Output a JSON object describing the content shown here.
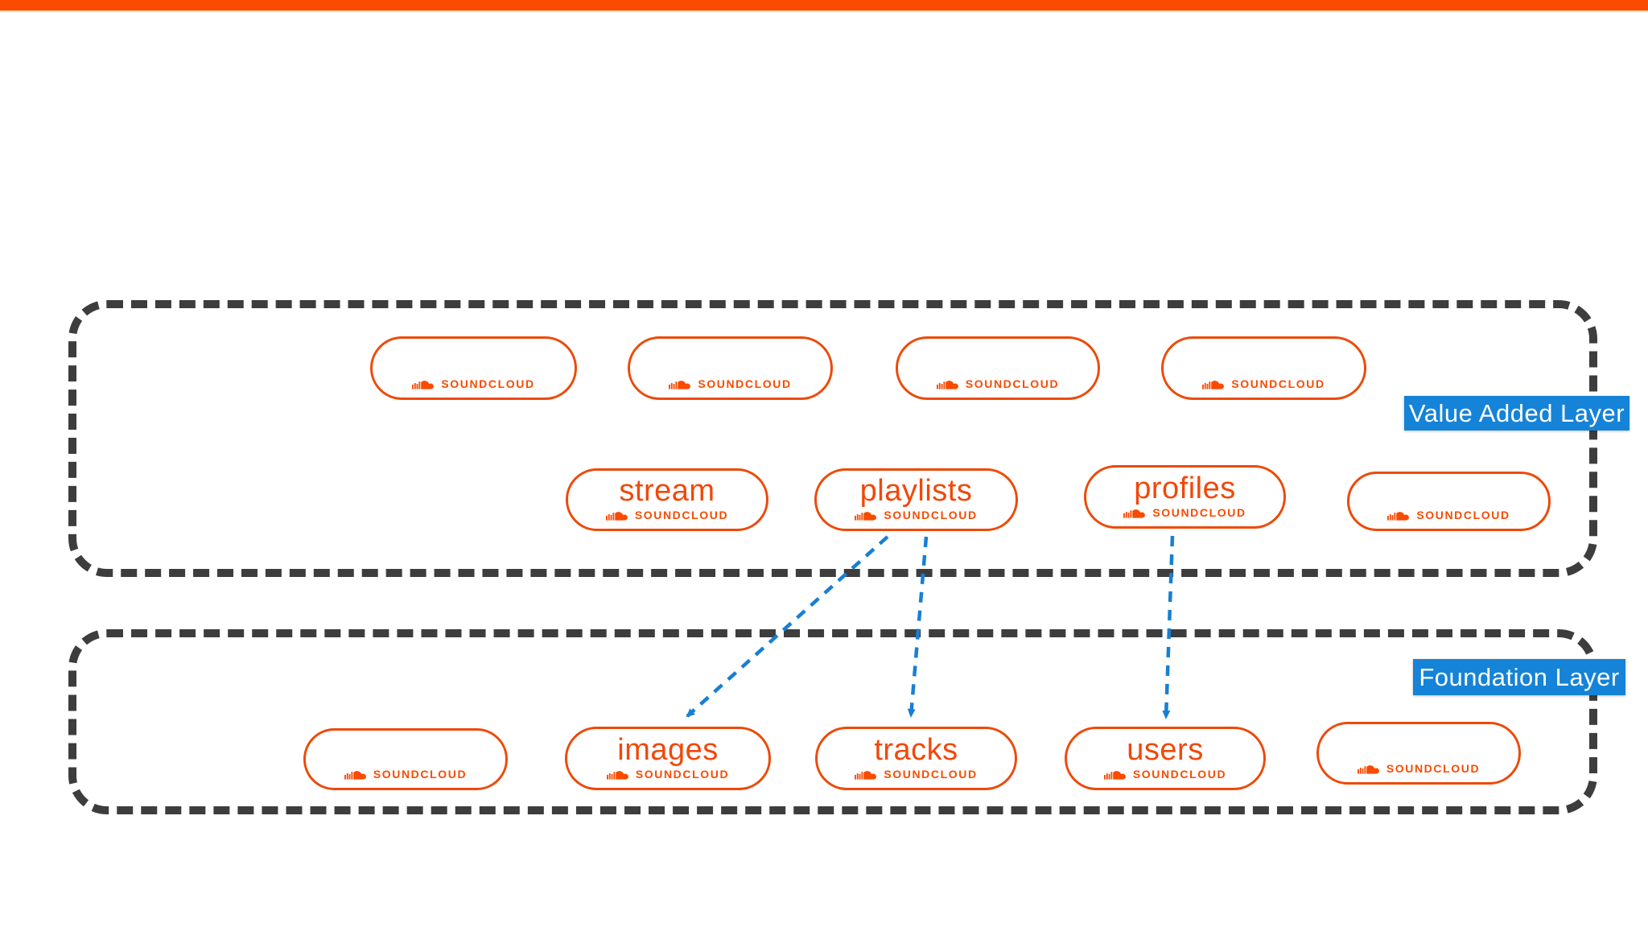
{
  "header": {
    "bar_color": "#fb4b01"
  },
  "brand": {
    "logo_text": "SOUNDCLOUD",
    "orange": "#f84b00"
  },
  "badges": {
    "value_added": "Value Added Layer",
    "foundation": "Foundation Layer",
    "badge_color": "#1583d7"
  },
  "pills": {
    "stream": "stream",
    "playlists": "playlists",
    "profiles": "profiles",
    "images": "images",
    "tracks": "tracks",
    "users": "users"
  },
  "arrows": [
    {
      "from": "playlists",
      "to": "images",
      "style": "dashed"
    },
    {
      "from": "playlists",
      "to": "tracks",
      "style": "dashed"
    },
    {
      "from": "profiles",
      "to": "users",
      "style": "dashed"
    }
  ],
  "colors": {
    "pill_border": "#ed4a09",
    "layer_dash": "#3d3d3d",
    "arrow_blue": "#187fd3"
  }
}
